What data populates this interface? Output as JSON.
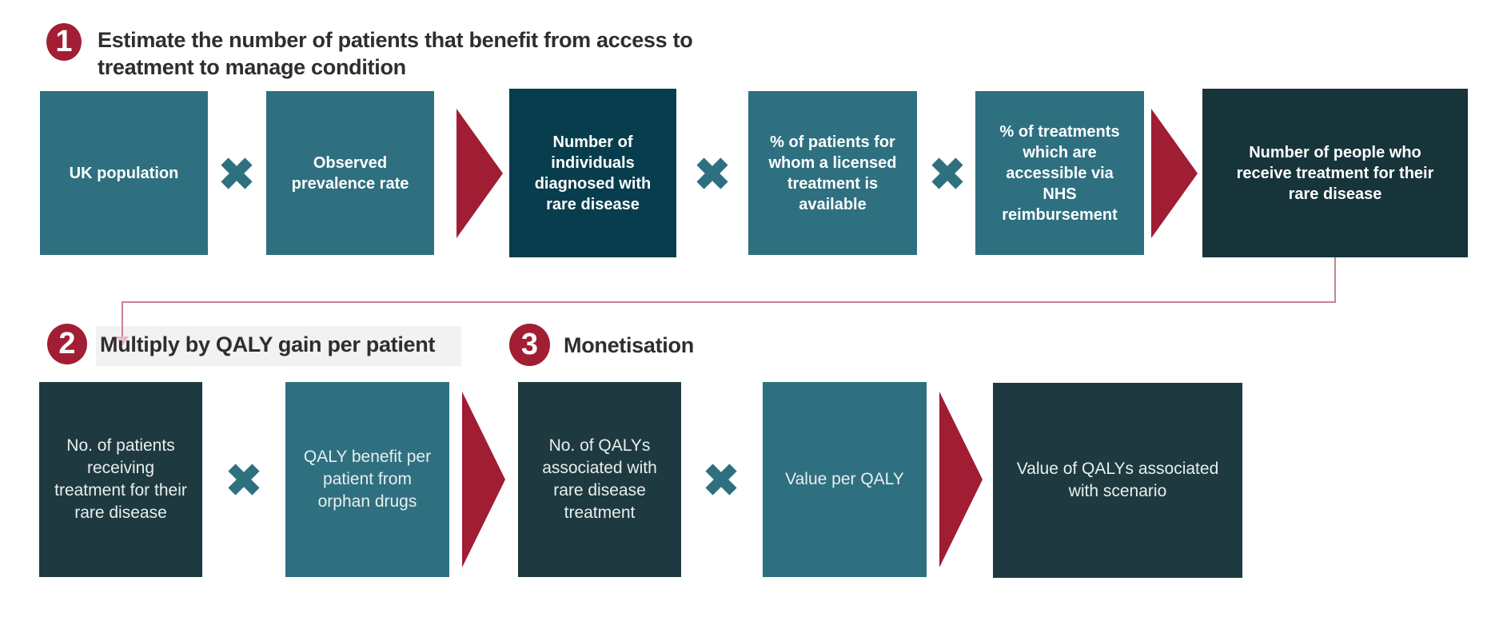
{
  "diagram_title": "QALY valuation methodology flow",
  "colors": {
    "teal_box": "#2e7080",
    "dark_blue_box": "#083d4e",
    "dark_teal_box": "#17343b",
    "dark_slate_box": "#1e3a40",
    "arrow_red": "#a01d33",
    "step_circle_red": "#a11e35",
    "connector_pink": "#c9838e",
    "connector_arrowhead_pink": "#e9bcc4",
    "heading_text": "#312d2e",
    "box_text_row1": "#ffffff",
    "box_text_row2": "#e9eeee",
    "heading_highlight": "#f2f2f2",
    "background": "#ffffff"
  },
  "icons": {
    "multiply": "multiplication cross (✕)",
    "flow_arrow": "solid right-pointing triangle",
    "connector_arrowhead": "small down-pointing triangle"
  },
  "steps": [
    {
      "number": "1",
      "title": "Estimate the number of patients that benefit from access to\ntreatment to manage condition"
    },
    {
      "number": "2",
      "title": "Multiply by QALY gain per patient"
    },
    {
      "number": "3",
      "title": "Monetisation"
    }
  ],
  "row1": {
    "boxes": [
      {
        "label": "UK population"
      },
      {
        "label": "Observed\nprevalence rate"
      },
      {
        "label": "Number of\nindividuals\ndiagnosed with\nrare disease"
      },
      {
        "label": "% of patients for\nwhom a licensed\ntreatment is\navailable"
      },
      {
        "label": "% of treatments\nwhich are\naccessible via\nNHS\nreimbursement"
      },
      {
        "label": "Number of people who\nreceive treatment for their\nrare disease"
      }
    ]
  },
  "row2": {
    "boxes": [
      {
        "label": "No. of patients\nreceiving\ntreatment for their\nrare disease"
      },
      {
        "label": "QALY benefit per\npatient from\norphan drugs"
      },
      {
        "label": "No. of QALYs\nassociated with\nrare disease\ntreatment"
      },
      {
        "label": "Value per QALY"
      },
      {
        "label": "Value of QALYs associated\nwith scenario"
      }
    ]
  }
}
